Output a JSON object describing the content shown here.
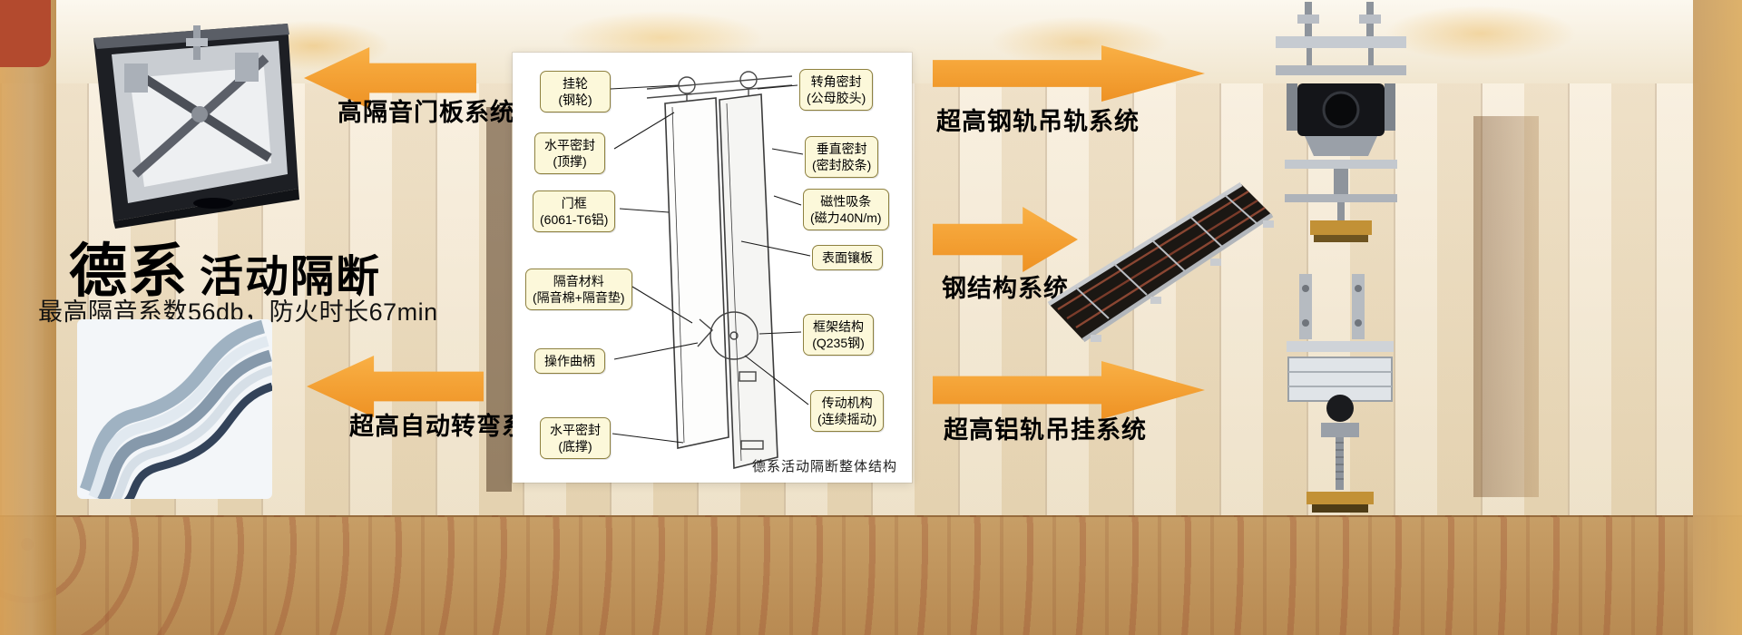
{
  "header": {
    "brand": "德系",
    "product": "活动隔断",
    "subtitle": "最高隔音系数56db，防火时长67min"
  },
  "systems": {
    "door_panel": "高隔音门板系统",
    "auto_bend": "超高自动转弯系统",
    "steel_track": "超高钢轨吊轨系统",
    "steel_structure": "钢结构系统",
    "alu_track": "超高铝轨吊挂系统"
  },
  "diagram": {
    "caption": "德系活动隔断整体结构",
    "left_labels": [
      {
        "line1": "挂轮",
        "line2": "(钢轮)"
      },
      {
        "line1": "水平密封",
        "line2": "(顶撑)"
      },
      {
        "line1": "门框",
        "line2": "(6061-T6铝)"
      },
      {
        "line1": "隔音材料",
        "line2": "(隔音棉+隔音垫)"
      },
      {
        "line1": "操作曲柄",
        "line2": ""
      },
      {
        "line1": "水平密封",
        "line2": "(底撑)"
      }
    ],
    "right_labels": [
      {
        "line1": "转角密封",
        "line2": "(公母胶头)"
      },
      {
        "line1": "垂直密封",
        "line2": "(密封胶条)"
      },
      {
        "line1": "磁性吸条",
        "line2": "(磁力40N/m)"
      },
      {
        "line1": "表面镶板",
        "line2": ""
      },
      {
        "line1": "框架结构",
        "line2": "(Q235钢)"
      },
      {
        "line1": "传动机构",
        "line2": "(连续摇动)"
      }
    ]
  },
  "colors": {
    "arrow_orange": "#F2A233",
    "callout_bg": "#FCF8DA",
    "callout_border": "#8E8140"
  }
}
